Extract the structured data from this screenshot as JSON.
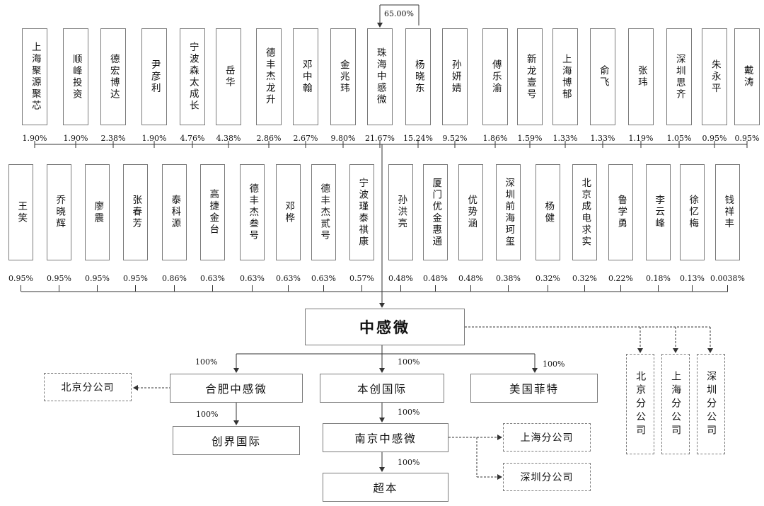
{
  "top_row": [
    {
      "name": "上海聚源聚芯",
      "pct": "1.90%"
    },
    {
      "name": "顺峰投资",
      "pct": "1.90%"
    },
    {
      "name": "德宏博达",
      "pct": "2.38%"
    },
    {
      "name": "尹彦利",
      "pct": "1.90%"
    },
    {
      "name": "宁波森太成长",
      "pct": "4.76%"
    },
    {
      "name": "岳华",
      "pct": "4.38%"
    },
    {
      "name": "德丰杰龙升",
      "pct": "2.86%"
    },
    {
      "name": "邓中翰",
      "pct": "2.67%"
    },
    {
      "name": "金兆玮",
      "pct": "9.80%"
    },
    {
      "name": "珠海中感微",
      "pct": "21.67%"
    },
    {
      "name": "杨晓东",
      "pct": "15.24%"
    },
    {
      "name": "孙妍婧",
      "pct": "9.52%"
    },
    {
      "name": "傅乐渝",
      "pct": "1.86%"
    },
    {
      "name": "新龙壹号",
      "pct": "1.59%"
    },
    {
      "name": "上海博郁",
      "pct": "1.33%"
    },
    {
      "name": "俞飞",
      "pct": "1.33%"
    },
    {
      "name": "张玮",
      "pct": "1.19%"
    },
    {
      "name": "深圳思齐",
      "pct": "1.05%"
    },
    {
      "name": "朱永平",
      "pct": "0.95%"
    },
    {
      "name": "戴涛",
      "pct": "0.95%"
    }
  ],
  "bottom_row": [
    {
      "name": "王笑",
      "pct": "0.95%"
    },
    {
      "name": "乔晓辉",
      "pct": "0.95%"
    },
    {
      "name": "廖震",
      "pct": "0.95%"
    },
    {
      "name": "张春芳",
      "pct": "0.95%"
    },
    {
      "name": "泰科源",
      "pct": "0.86%"
    },
    {
      "name": "高捷金台",
      "pct": "0.63%"
    },
    {
      "name": "德丰杰叁号",
      "pct": "0.63%"
    },
    {
      "name": "邓桦",
      "pct": "0.63%"
    },
    {
      "name": "德丰杰贰号",
      "pct": "0.63%"
    },
    {
      "name": "宁波瑾泰祺康",
      "pct": "0.57%"
    },
    {
      "name": "孙洪亮",
      "pct": "0.48%"
    },
    {
      "name": "厦门优金惠通",
      "pct": "0.48%"
    },
    {
      "name": "优势涵",
      "pct": "0.48%"
    },
    {
      "name": "深圳前海珂玺",
      "pct": "0.38%"
    },
    {
      "name": "杨健",
      "pct": "0.32%"
    },
    {
      "name": "北京成电求实",
      "pct": "0.32%"
    },
    {
      "name": "鲁学勇",
      "pct": "0.22%"
    },
    {
      "name": "李云峰",
      "pct": "0.18%"
    },
    {
      "name": "徐忆梅",
      "pct": "0.13%"
    },
    {
      "name": "钱祥丰",
      "pct": "0.0038%"
    }
  ],
  "control_pct": "65.00%",
  "center": {
    "name": "中感微"
  },
  "subsidiaries": {
    "hefei": "合肥中感微",
    "hefei_pct": "100%",
    "benchuang": "本创国际",
    "benchuang_pct": "100%",
    "usa": "美国菲特",
    "usa_pct": "100%",
    "chuangjie": "创界国际",
    "chuangjie_pct": "100%",
    "nanjing": "南京中感微",
    "nanjing_pct": "100%",
    "chaoben": "超本",
    "chaoben_pct": "100%"
  },
  "branches": {
    "beijing_h": "北京分公司",
    "shanghai_h": "上海分公司",
    "shenzhen_h": "深圳分公司",
    "beijing_v": "北京分公司",
    "shanghai_v": "上海分公司",
    "shenzhen_v": "深圳分公司"
  }
}
